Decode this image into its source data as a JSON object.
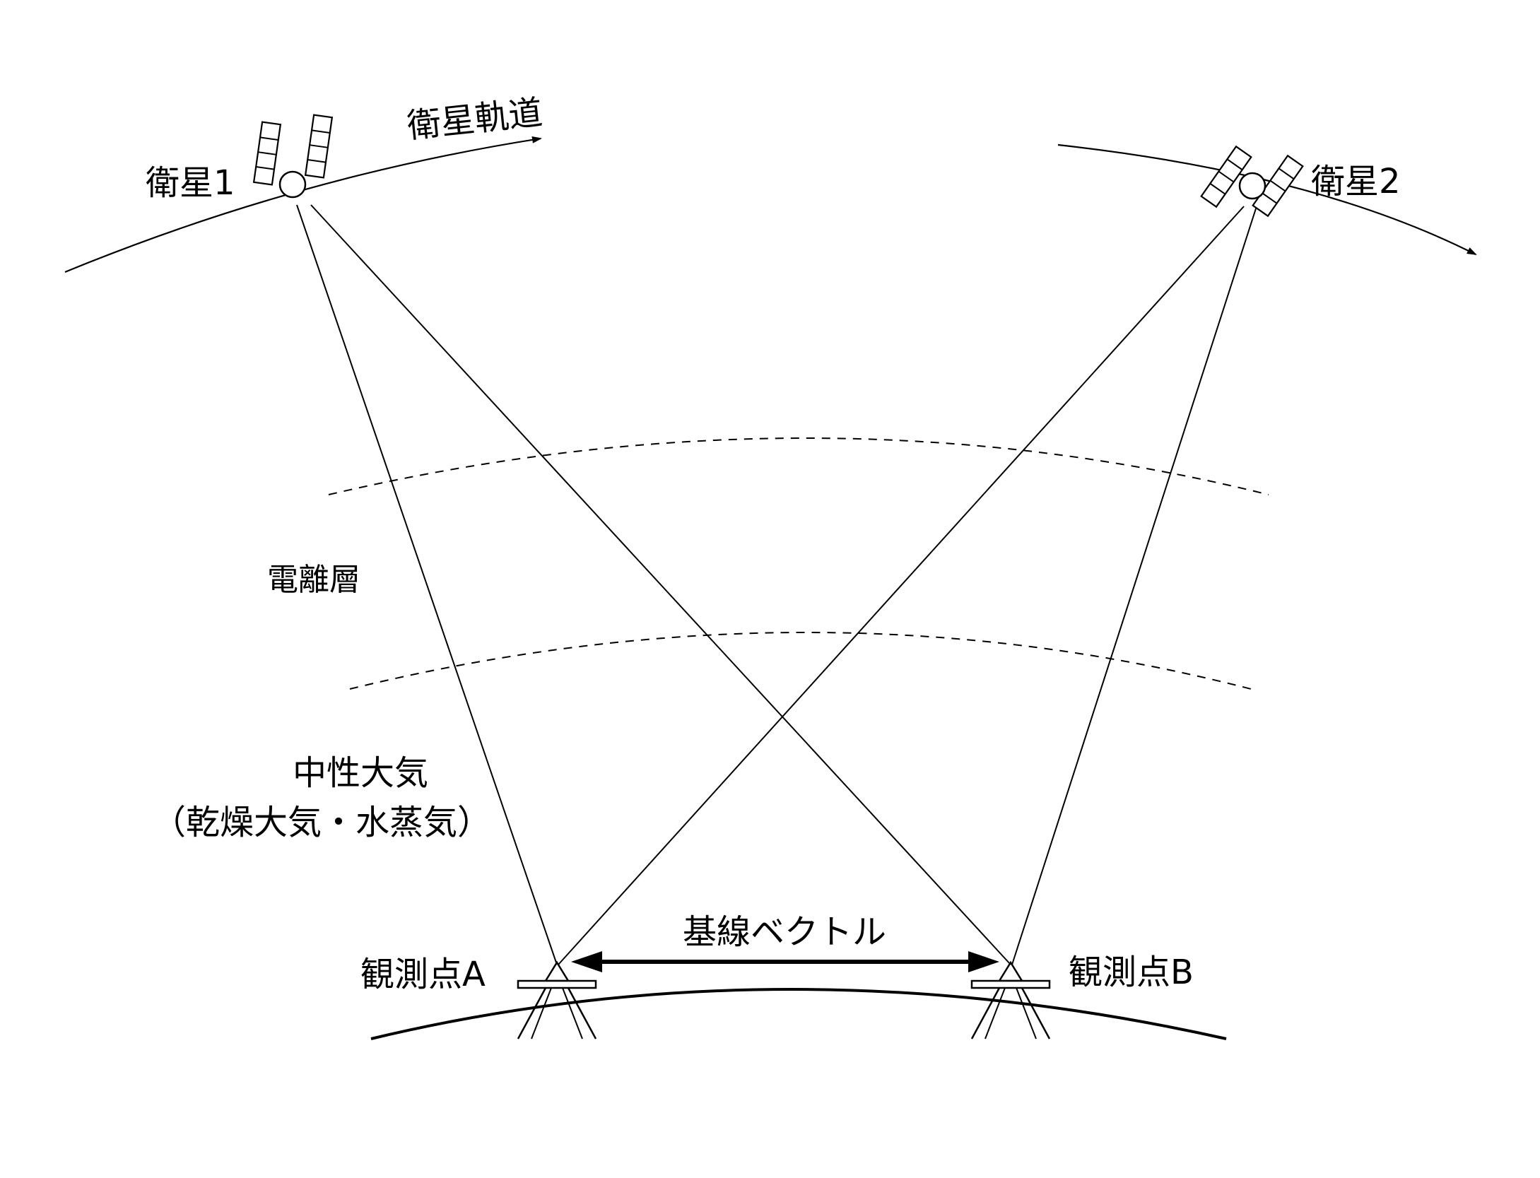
{
  "labels": {
    "satellite1": "衛星1",
    "satellite2": "衛星2",
    "orbit": "衛星軌道",
    "ionosphere": "電離層",
    "neutral_line1": "中性大気",
    "neutral_line2": "（乾燥大気・水蒸気）",
    "baseline": "基線ベクトル",
    "pointA": "観測点A",
    "pointB": "観測点B"
  }
}
